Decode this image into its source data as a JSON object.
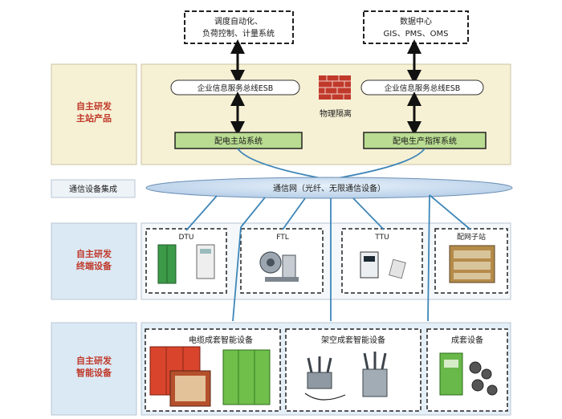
{
  "top_systems": {
    "left": {
      "line1": "调度自动化、",
      "line2": "负荷控制、计量系统"
    },
    "right": {
      "line1": "数据中心",
      "line2": "GIS、PMS、OMS"
    }
  },
  "master_band": {
    "label_line1": "自主研发",
    "label_line2": "主站产品",
    "esb_left": "企业信息服务总线ESB",
    "esb_right": "企业信息服务总线ESB",
    "firewall_label": "物理隔离",
    "station_left": "配电主站系统",
    "station_right": "配电生产指挥系统"
  },
  "comm_band": {
    "label": "通信设备集成",
    "network": "通信网（光纤、无限通信设备）"
  },
  "terminal_band": {
    "label_line1": "自主研发",
    "label_line2": "终端设备",
    "devices": [
      "DTU",
      "FTL",
      "TTU",
      "配网子站"
    ]
  },
  "smart_band": {
    "label_line1": "自主研发",
    "label_line2": "智能设备",
    "groups": [
      "电缆成套智能设备",
      "架空成套智能设备",
      "成套设备"
    ]
  },
  "colors": {
    "band_yellow": "#f6f1d4",
    "band_blue": "#dbe9f4",
    "label_red": "#c0392b",
    "station_green": "#b9dc92",
    "line_blue": "#3f86b8",
    "ellipse_blue": "#c8dcf0"
  }
}
